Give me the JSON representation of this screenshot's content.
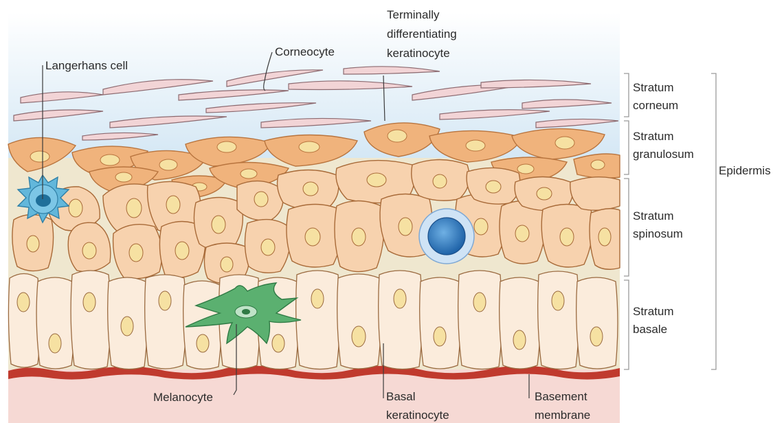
{
  "labels": {
    "langerhans": "Langerhans cell",
    "corneocyte": "Corneocyte",
    "terminal": [
      "Terminally",
      "differentiating",
      "keratinocyte"
    ],
    "melanocyte": "Melanocyte",
    "basal": [
      "Basal",
      "keratinocyte"
    ],
    "basement": [
      "Basement",
      "membrane"
    ]
  },
  "layers": {
    "corneum": [
      "Stratum",
      "corneum"
    ],
    "granulosum": [
      "Stratum",
      "granulosum"
    ],
    "spinosum": [
      "Stratum",
      "spinosum"
    ],
    "basale": [
      "Stratum",
      "basale"
    ]
  },
  "group_label": "Epidermis",
  "colors": {
    "sky_top": "#ffffff",
    "sky_bottom": "#d6e8f5",
    "corneocyte": "#f2d4d6",
    "granular": "#f0b37c",
    "granular_edge": "#b8743e",
    "spinous": "#f7d2ae",
    "spinous_edge": "#a86a38",
    "basal": "#fbecdc",
    "basal_edge": "#9a6a40",
    "nucleus": "#f6e1a2",
    "langerhans": "#62b7db",
    "melanocyte": "#5bb070",
    "lymphocyte": "#3d86c6",
    "dermis": "#f6d9d4",
    "membrane": "#c03a2e"
  }
}
